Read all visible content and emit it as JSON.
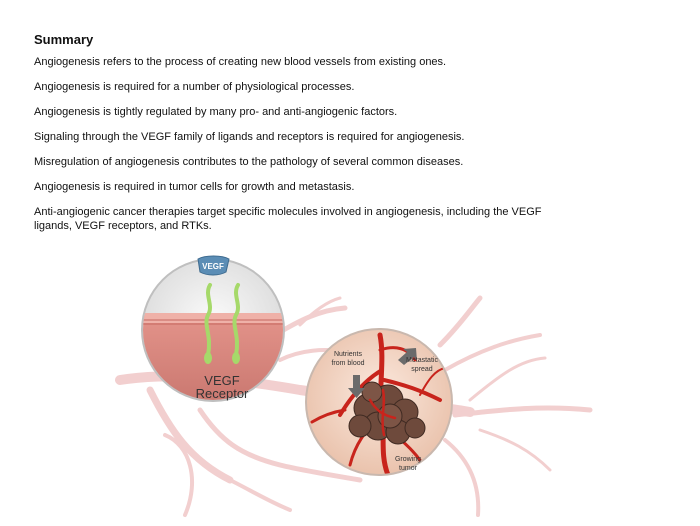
{
  "summary": {
    "title": "Summary",
    "points": [
      "Angiogenesis refers to the process of creating new blood vessels from existing ones.",
      "Angiogenesis is required for a number of physiological processes.",
      "Angiogenesis is tightly regulated by many pro- and anti-angiogenic factors.",
      "Signaling through the VEGF family of ligands and receptors is required for angiogenesis.",
      "Misregulation of angiogenesis contributes to the pathology of several common diseases.",
      "Angiogenesis is required in tumor cells for growth and metastasis.",
      "Anti-angiogenic cancer therapies target specific molecules involved in angiogenesis, including the VEGF ligands, VEGF receptors, and RTKs."
    ]
  },
  "figure": {
    "vegf_label": "VEGF",
    "receptor_label_line1": "VEGF",
    "receptor_label_line2": "Receptor",
    "nutrients_line1": "Nutrients",
    "nutrients_line2": "from blood",
    "metastatic_line1": "Metastatic",
    "metastatic_line2": "spread",
    "growing_line1": "Growing",
    "growing_line2": "tumor",
    "colors": {
      "vessel_pale": "#f2cfcf",
      "vessel_red": "#c8241c",
      "cell_membrane": "#d9837a",
      "receptor_green": "#a6d96a",
      "vegf_blue": "#5b8db5",
      "tumor_brown": "#6e4a3c"
    }
  }
}
